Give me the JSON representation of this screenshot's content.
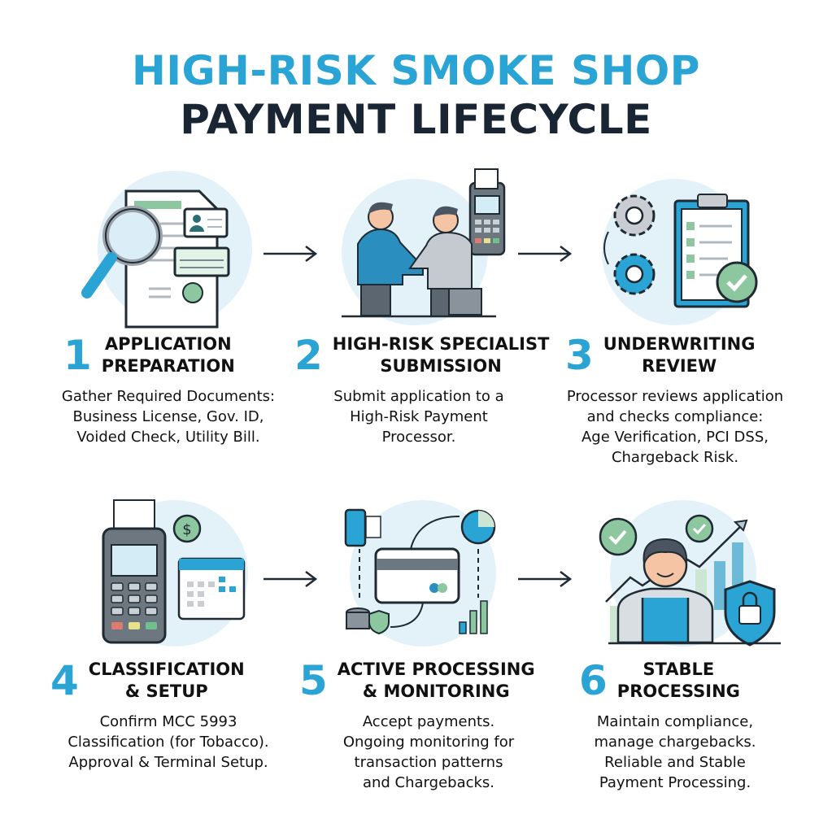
{
  "title": {
    "line1": "HIGH-RISK SMOKE SHOP",
    "line2": "PAYMENT LIFECYCLE"
  },
  "colors": {
    "accent": "#2aa4d5",
    "dark": "#1a2533",
    "green": "#8cc7a0",
    "circle_bg": "#e3f1f8"
  },
  "steps": [
    {
      "number": "1",
      "heading": [
        "APPLICATION",
        "PREPARATION"
      ],
      "description": [
        "Gather Required Documents:",
        "Business License, Gov. ID,",
        "Voided Check, Utility Bill."
      ],
      "icon": "document-magnifier-icon"
    },
    {
      "number": "2",
      "heading": [
        "HIGH-RISK SPECIALIST",
        "SUBMISSION"
      ],
      "description": [
        "Submit application to a",
        "High-Risk Payment",
        "Processor."
      ],
      "icon": "handshake-terminal-icon"
    },
    {
      "number": "3",
      "heading": [
        "UNDERWRITING",
        "REVIEW"
      ],
      "description": [
        "Processor reviews application",
        "and checks compliance:",
        "Age Verification, PCI DSS,",
        "Chargeback Risk."
      ],
      "icon": "gears-clipboard-icon"
    },
    {
      "number": "4",
      "heading": [
        "CLASSIFICATION",
        "& SETUP"
      ],
      "description": [
        "Confirm MCC 5993",
        "Classification (for Tobacco).",
        "Approval & Terminal Setup."
      ],
      "icon": "terminal-calendar-icon"
    },
    {
      "number": "5",
      "heading": [
        "ACTIVE PROCESSING",
        "& MONITORING"
      ],
      "description": [
        "Accept payments.",
        "Ongoing monitoring for",
        "transaction patterns",
        "and Chargebacks."
      ],
      "icon": "card-cycle-icon"
    },
    {
      "number": "6",
      "heading": [
        "STABLE",
        "PROCESSING"
      ],
      "description": [
        "Maintain compliance,",
        "manage chargebacks.",
        "Reliable and Stable",
        "Payment Processing."
      ],
      "icon": "merchant-shield-growth-icon"
    }
  ]
}
